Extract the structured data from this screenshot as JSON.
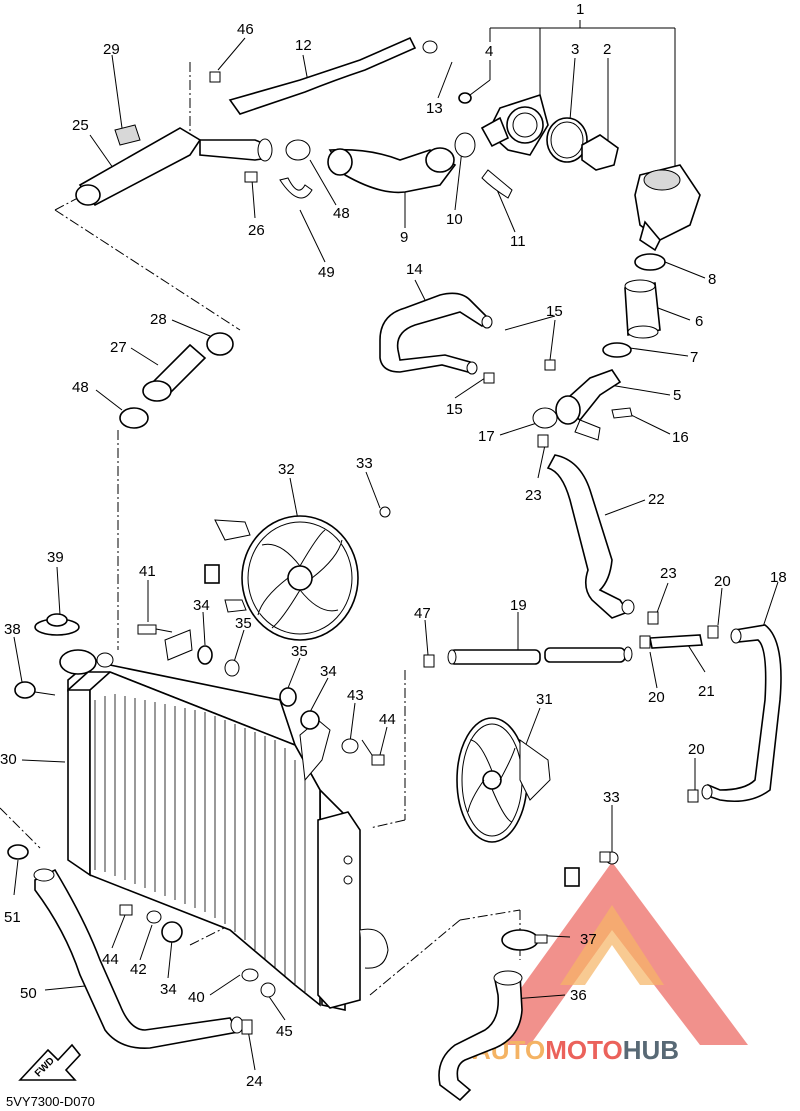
{
  "diagram": {
    "code": "5VY7300-D070",
    "fwd_label": "FWD",
    "watermark": {
      "auto": "AUTO",
      "moto": "MOTO",
      "hub": "HUB",
      "colors": {
        "red": "#e8473f",
        "orange": "#f3a64a",
        "dark": "#3c4f5e"
      }
    },
    "labels": {
      "n1": "1",
      "n2": "2",
      "n3": "3",
      "n4": "4",
      "n5": "5",
      "n6": "6",
      "n7": "7",
      "n8": "8",
      "n9": "9",
      "n10": "10",
      "n11": "11",
      "n12": "12",
      "n13": "13",
      "n14": "14",
      "n15a": "15",
      "n15b": "15",
      "n16": "16",
      "n17": "17",
      "n18": "18",
      "n19": "19",
      "n20a": "20",
      "n20b": "20",
      "n20c": "20",
      "n21": "21",
      "n22": "22",
      "n23a": "23",
      "n23b": "23",
      "n24": "24",
      "n25": "25",
      "n26": "26",
      "n27": "27",
      "n28": "28",
      "n29": "29",
      "n30": "30",
      "n31": "31",
      "n32": "32",
      "n33a": "33",
      "n33b": "33",
      "n34a": "34",
      "n34b": "34",
      "n34c": "34",
      "n35a": "35",
      "n35b": "35",
      "n36": "36",
      "n37": "37",
      "n38": "38",
      "n39": "39",
      "n40": "40",
      "n41": "41",
      "n42": "42",
      "n43": "43",
      "n44a": "44",
      "n44b": "44",
      "n45": "45",
      "n46": "46",
      "n47": "47",
      "n48a": "48",
      "n48b": "48",
      "n49": "49",
      "n50": "50",
      "n51": "51"
    }
  }
}
